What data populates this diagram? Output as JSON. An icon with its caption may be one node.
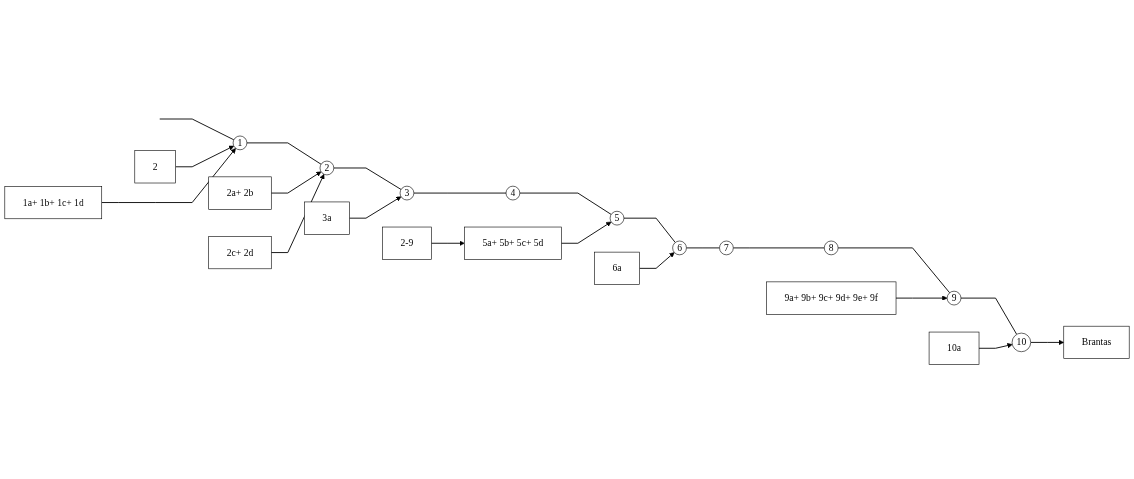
{
  "diagram": {
    "nodes": [
      {
        "text": [
          "2"
        ]
      },
      {
        "text": [
          "1a+ 1b+ 1c+ 1d"
        ]
      },
      {
        "text": [
          "2a+ 2b"
        ]
      },
      {
        "text": [
          "2c+ 2d"
        ]
      },
      {
        "text": [
          "3a"
        ]
      },
      {
        "text": [
          "2-9"
        ]
      },
      {
        "text": [
          "5a+ 5b+ 5c+ 5d"
        ]
      },
      {
        "text": [
          "6a"
        ]
      },
      {
        "text": [
          "9a+ 9b+ 9c+ 9d+ 9e+ 9f"
        ]
      },
      {
        "text": [
          "10a"
        ]
      },
      {
        "text": [
          "1"
        ]
      },
      {
        "text": [
          "2"
        ]
      },
      {
        "text": [
          "3"
        ]
      },
      {
        "text": [
          "4"
        ]
      },
      {
        "text": [
          "5"
        ]
      },
      {
        "text": [
          "6"
        ]
      },
      {
        "text": [
          "7"
        ]
      },
      {
        "text": [
          "8"
        ]
      },
      {
        "text": [
          "9"
        ]
      },
      {
        "text": [
          "10"
        ]
      },
      {
        "text": [
          "Brantas"
        ]
      }
    ],
    "edges": [
      {
        "from": null,
        "to": 10,
        "arrow": "none"
      },
      {
        "from": 0,
        "to": 10,
        "arrow": "to"
      },
      {
        "from": 1,
        "to": 10,
        "arrow": "to"
      },
      {
        "from": 10,
        "to": 11,
        "arrow": "none"
      },
      {
        "from": 2,
        "to": 11,
        "arrow": "to"
      },
      {
        "from": 3,
        "to": 11,
        "arrow": "to"
      },
      {
        "from": 11,
        "to": 12,
        "arrow": "none"
      },
      {
        "from": 4,
        "to": 12,
        "arrow": "to"
      },
      {
        "from": 12,
        "to": 13,
        "arrow": "none"
      },
      {
        "from": 13,
        "to": 14,
        "arrow": "none"
      },
      {
        "from": 5,
        "to": 6,
        "arrow": "to"
      },
      {
        "from": 6,
        "to": 14,
        "arrow": "to"
      },
      {
        "from": 14,
        "to": 15,
        "arrow": "none"
      },
      {
        "from": 7,
        "to": 15,
        "arrow": "to"
      },
      {
        "from": 15,
        "to": 16,
        "arrow": "none"
      },
      {
        "from": 16,
        "to": 17,
        "arrow": "none"
      },
      {
        "from": 17,
        "to": 18,
        "arrow": "none"
      },
      {
        "from": 8,
        "to": 18,
        "arrow": "to"
      },
      {
        "from": 18,
        "to": 19,
        "arrow": "none"
      },
      {
        "from": 9,
        "to": 19,
        "arrow": "to"
      },
      {
        "from": 19,
        "to": 20,
        "arrow": "to"
      }
    ]
  }
}
